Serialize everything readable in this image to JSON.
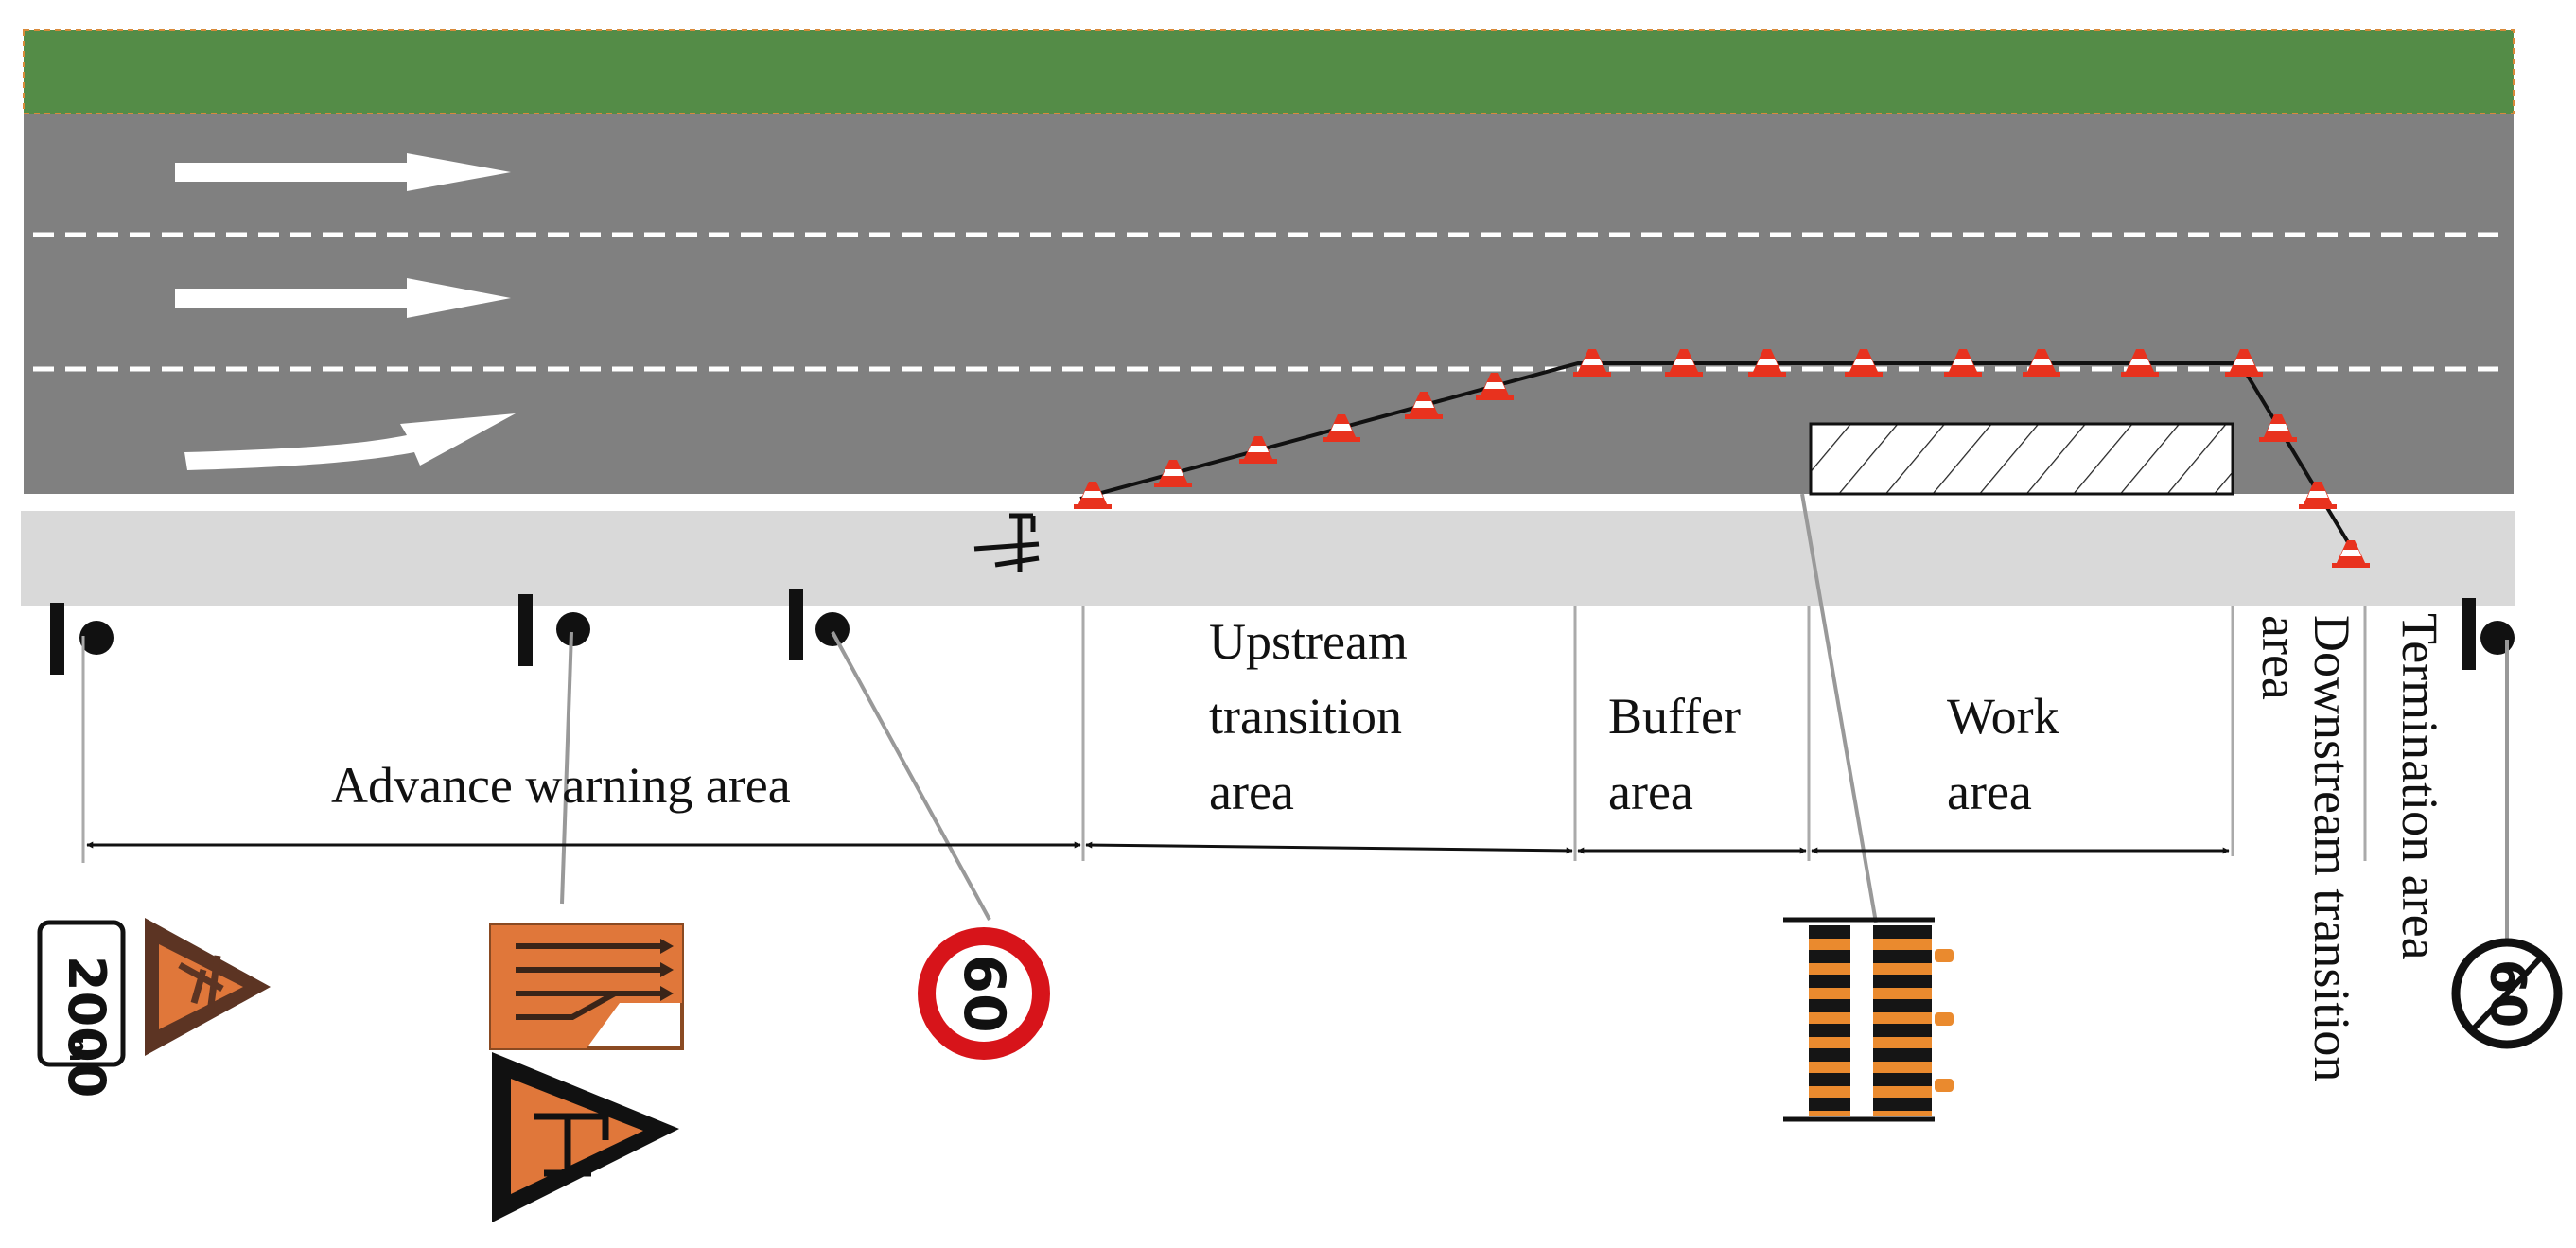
{
  "colors": {
    "grass": "#548c47",
    "road": "#808080",
    "shoulder": "#d9d9d9",
    "lane_marking": "#ffffff",
    "cone": "#e8321e",
    "sign_orange": "#e0773a",
    "speed_ring": "#d7141a",
    "barrier_dark": "#151515",
    "barrier_light": "#ea8a2e"
  },
  "icons": {
    "lane_arrows": "straight-arrow-icon",
    "curved_arrow": "curved-arrow-icon",
    "cones": "traffic-cone-icon",
    "worker": "flagger-icon",
    "warning_sign": "roadwork-warning-icon",
    "lane_sign": "lane-closure-sign-icon",
    "speed_sign": "speed-limit-sign-icon",
    "end_speed_sign": "end-speed-limit-sign-icon",
    "barrier": "crash-barrier-icon"
  },
  "zones": {
    "advance_warning": "Advance warning area",
    "upstream_transition": [
      "Upstream",
      "transition",
      "area"
    ],
    "buffer": [
      "Buffer",
      "area"
    ],
    "work": [
      "Work",
      "area"
    ],
    "downstream_transition": [
      "Downstream transition",
      "area"
    ],
    "termination": "Termination area"
  },
  "signs": {
    "distance_plate": "2000",
    "distance_unit": "m",
    "speed_limit": "60",
    "end_speed_limit": "60"
  }
}
